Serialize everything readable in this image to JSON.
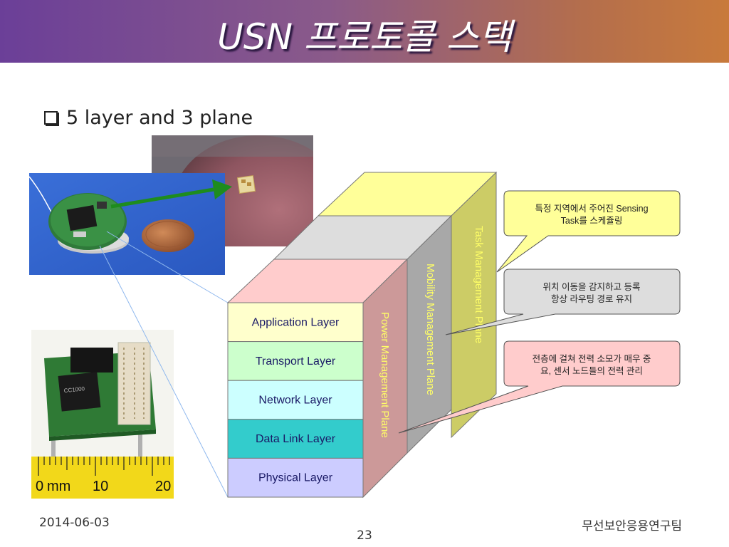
{
  "slide": {
    "title": "USN 프로토콜 스택",
    "bullet": "5 layer and 3 plane",
    "footer_date": "2014-06-03",
    "footer_page": "23",
    "footer_org": "무선보안응용연구팀"
  },
  "stack": {
    "layers": [
      {
        "label": "Application Layer",
        "color": "#ffffcc"
      },
      {
        "label": "Transport Layer",
        "color": "#ccffcc"
      },
      {
        "label": "Network Layer",
        "color": "#ccffff"
      },
      {
        "label": "Data Link Layer",
        "color": "#33cccc"
      },
      {
        "label": "Physical Layer",
        "color": "#ccccff"
      }
    ],
    "planes": {
      "power": "Power Management Plane",
      "mobility": "Mobility Management Plane",
      "task": "Task Management Plane"
    }
  },
  "callouts": {
    "task": {
      "line1": "특정 지역에서 주어진 Sensing",
      "line2": "Task를 스케쥴링"
    },
    "mobility": {
      "line1": "위치 이동을 감지하고 등록",
      "line2": "항상 라우팅 경로 유지"
    },
    "power": {
      "line1": "전층에 걸쳐 전력 소모가 매우 중",
      "line2": "요, 센서 노드들의 전력 관리"
    }
  },
  "ruler": {
    "label_0": "0",
    "label_mm": "mm",
    "label_10": "10",
    "label_20": "20"
  }
}
